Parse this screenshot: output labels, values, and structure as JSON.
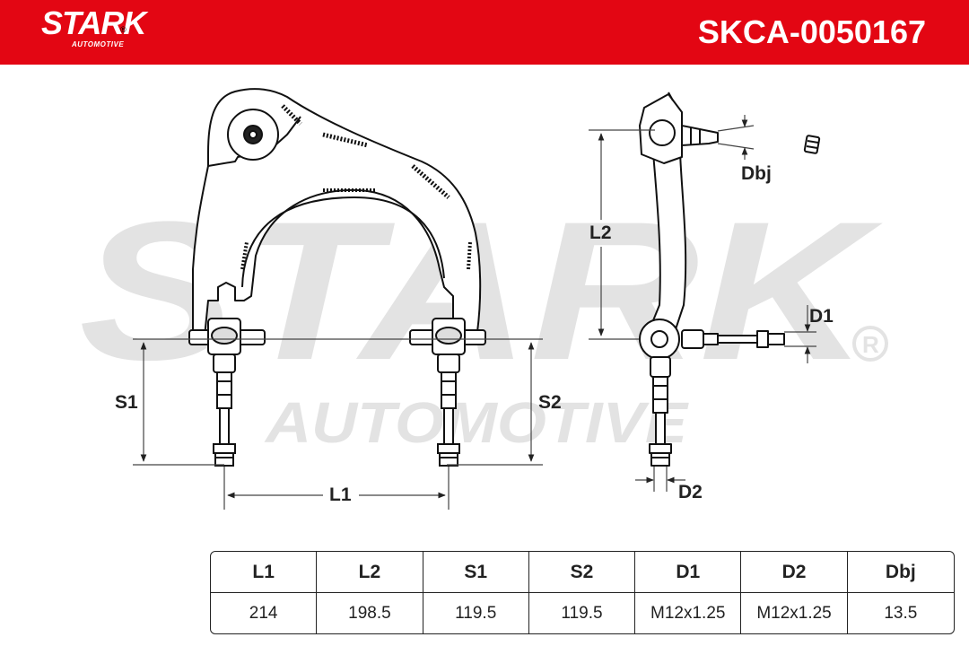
{
  "header": {
    "brand": "STARK",
    "brand_sub": "AUTOMOTIVE",
    "part_number": "SKCA-0050167",
    "color": "#e30613"
  },
  "watermark": {
    "text_main": "STARK",
    "text_sub": "AUTOMOTIVE",
    "color": "#e3e3e3"
  },
  "dimensions": {
    "l1": "L1",
    "l2": "L2",
    "s1": "S1",
    "s2": "S2",
    "d1": "D1",
    "d2": "D2",
    "dbj": "Dbj"
  },
  "spec_table": {
    "headers": [
      "L1",
      "L2",
      "S1",
      "S2",
      "D1",
      "D2",
      "Dbj"
    ],
    "values": [
      "214",
      "198.5",
      "119.5",
      "119.5",
      "M12x1.25",
      "M12x1.25",
      "13.5"
    ]
  }
}
